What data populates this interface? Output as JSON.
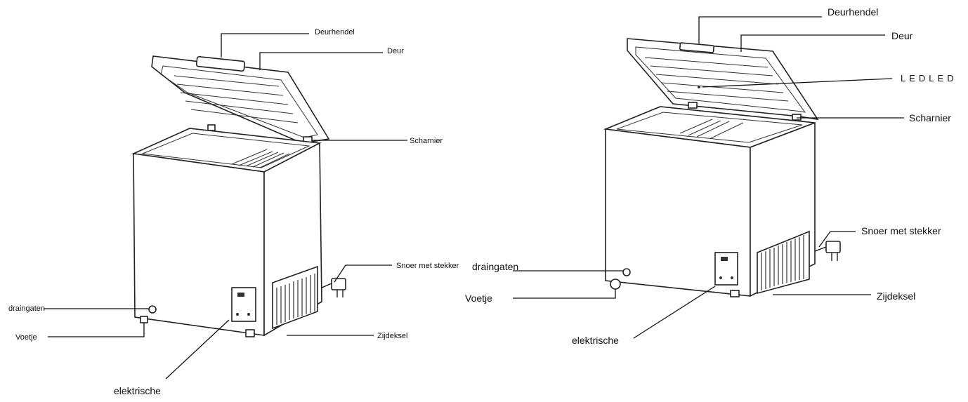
{
  "left_freezer": {
    "labels": {
      "handle": "Deurhendel",
      "door": "Deur",
      "hinge": "Scharnier",
      "cord": "Snoer met stekker",
      "drain": "draingaten",
      "foot": "Voetje",
      "side_cover": "Zijdeksel",
      "control": "elektrische"
    }
  },
  "right_freezer": {
    "labels": {
      "handle": "Deurhendel",
      "door": "Deur",
      "led": "LEDLED",
      "hinge": "Scharnier",
      "cord": "Snoer met stekker",
      "drain": "draingaten",
      "foot": "Voetje",
      "side_cover": "Zijdeksel",
      "control": "elektrische"
    }
  }
}
